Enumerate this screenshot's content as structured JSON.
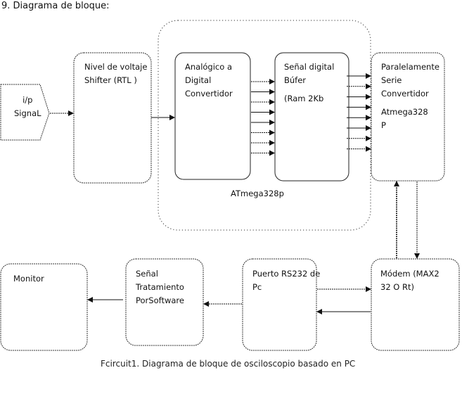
{
  "heading": "9. Diagrama de bloque:",
  "blocks": {
    "input": {
      "lines": [
        "i/p",
        "SignaL"
      ]
    },
    "level_shifter": {
      "lines": [
        "Nivel de voltaje",
        "Shifter (RTL )"
      ]
    },
    "adc": {
      "lines": [
        "Analógico a",
        "Digital",
        "Convertidor"
      ]
    },
    "buffer": {
      "lines": [
        "Señal digital",
        "Búfer",
        "(Ram  2Kb"
      ]
    },
    "p2s": {
      "lines": [
        "Paralelamente",
        "Serie",
        "Convertidor",
        "Atmega328",
        "P"
      ]
    },
    "modem": {
      "lines": [
        "Módem (MAX2",
        "32 O   Rt)"
      ]
    },
    "rs232": {
      "lines": [
        "Puerto RS232 de",
        "Pc"
      ]
    },
    "software": {
      "lines": [
        "Señal",
        "Tratamiento",
        "PorSoftware"
      ]
    },
    "monitor": {
      "lines": [
        "Monitor"
      ]
    }
  },
  "group_label": "ATmega328p",
  "parallel_bus_lines": 8,
  "caption": "Fcircuit1. Diagrama de bloque de osciloscopio basado en PC"
}
